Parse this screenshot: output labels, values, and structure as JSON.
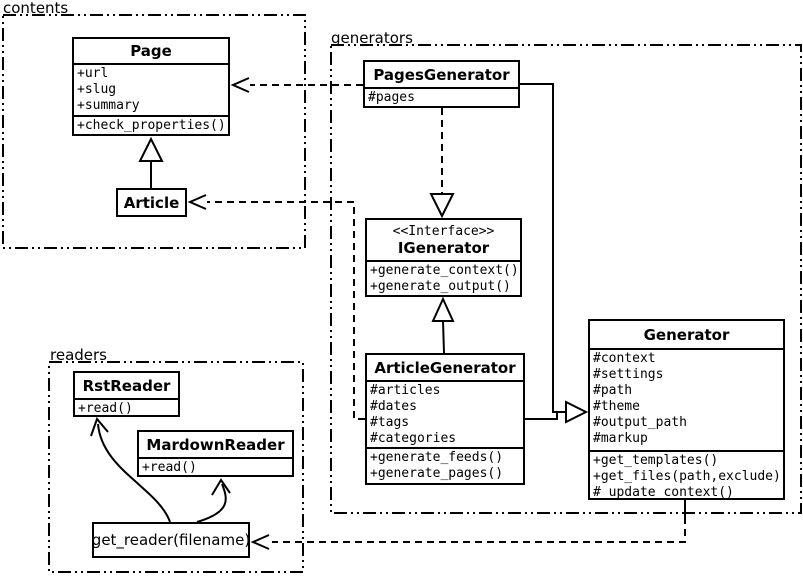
{
  "colors": {
    "foreground": "#000000",
    "background": "#ffffff"
  },
  "packages": {
    "contents": {
      "label": "contents"
    },
    "generators": {
      "label": "generators"
    },
    "readers": {
      "label": "readers"
    }
  },
  "classes": {
    "page": {
      "name": "Page",
      "attributes": "+url\n+slug\n+summary",
      "methods": "+check_properties()"
    },
    "article": {
      "name": "Article"
    },
    "pages_generator": {
      "name": "PagesGenerator",
      "attributes": "#pages"
    },
    "igenerator": {
      "stereotype": "<<Interface>>",
      "name": "IGenerator",
      "methods": "+generate_context()\n+generate_output()"
    },
    "article_generator": {
      "name": "ArticleGenerator",
      "attributes": "#articles\n#dates\n#tags\n#categories",
      "methods": "+generate_feeds()\n+generate_pages()"
    },
    "generator": {
      "name": "Generator",
      "attributes": "#context\n#settings\n#path\n#theme\n#output_path\n#markup",
      "methods": "+get_templates()\n+get_files(path,exclude)\n#_update_context()"
    },
    "rst_reader": {
      "name": "RstReader",
      "methods": "+read()"
    },
    "markdown_reader": {
      "name": "MardownReader",
      "methods": "+read()"
    },
    "get_reader": {
      "label": "get_reader(filename)"
    }
  },
  "relationships": [
    "Article --|> Page (generalization, solid hollow triangle)",
    "PagesGenerator ..> Page (dashed dependency, open arrow)",
    "ArticleGenerator ..> Article (dashed dependency, open arrow)",
    "PagesGenerator ..|> IGenerator (dashed realization, hollow triangle)",
    "ArticleGenerator --|> IGenerator (solid, hollow triangle)",
    "PagesGenerator --|> Generator (solid, shared hollow triangle)",
    "ArticleGenerator --|> Generator (solid, shared hollow triangle)",
    "Generator ..> get_reader(filename) (dashed dependency, open arrow)",
    "get_reader(filename) --> RstReader (curved solid, open arrow)",
    "get_reader(filename) --> MardownReader (curved solid, open arrow)"
  ]
}
